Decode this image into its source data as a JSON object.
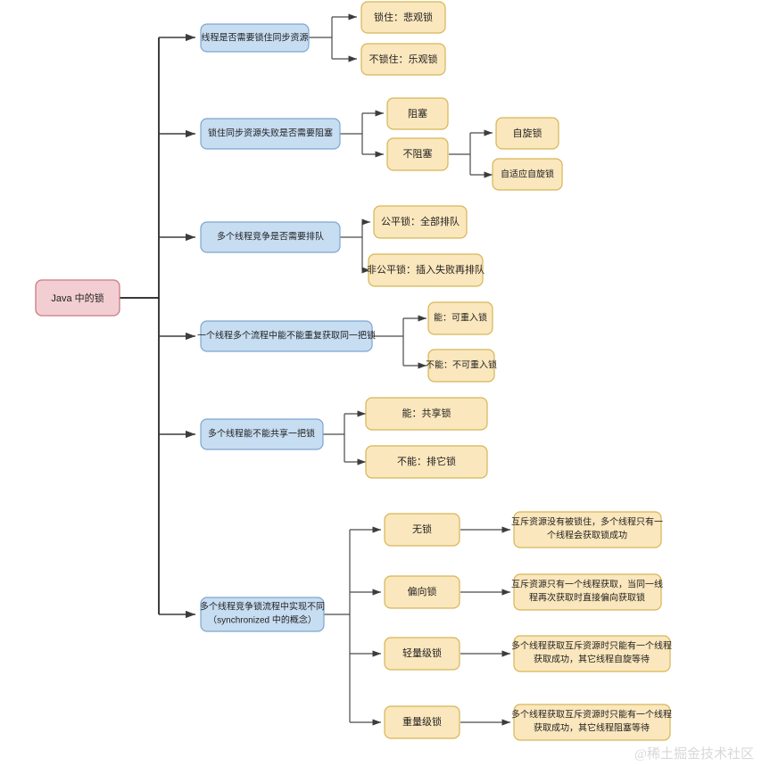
{
  "diagram": {
    "title": "Java 中的锁",
    "type": "mindmap",
    "watermark": "@稀土掘金技术社区",
    "colors": {
      "root_fill": "#f2ced2",
      "root_stroke": "#c97b84",
      "blue_fill": "#c7ddf2",
      "blue_stroke": "#7ea6cf",
      "yellow_fill": "#fbe7bd",
      "yellow_stroke": "#d6b656",
      "edge": "#3c3c3c",
      "text": "#1f1f1f"
    }
  },
  "root": {
    "label": "Java 中的锁"
  },
  "branches": [
    {
      "id": "branch-lock-needed",
      "label": "线程是否需要锁住同步资源",
      "children": [
        {
          "id": "leaf-pessimistic",
          "label": "锁住：悲观锁"
        },
        {
          "id": "leaf-optimistic",
          "label": "不锁住：乐观锁"
        }
      ]
    },
    {
      "id": "branch-block-on-fail",
      "label": "锁住同步资源失败是否需要阻塞",
      "children": [
        {
          "id": "leaf-block",
          "label": "阻塞"
        },
        {
          "id": "leaf-nonblock",
          "label": "不阻塞",
          "children": [
            {
              "id": "leaf-spinlock",
              "label": "自旋锁"
            },
            {
              "id": "leaf-adaptive-spinlock",
              "label": "自适应自旋锁"
            }
          ]
        }
      ]
    },
    {
      "id": "branch-queue",
      "label": "多个线程竞争是否需要排队",
      "children": [
        {
          "id": "leaf-fair",
          "label": "公平锁：全部排队"
        },
        {
          "id": "leaf-unfair",
          "label": "非公平锁：插入失败再排队"
        }
      ]
    },
    {
      "id": "branch-reentrant",
      "label": "一个线程多个流程中能不能重复获取同一把锁",
      "children": [
        {
          "id": "leaf-reentrant-yes",
          "label": "能：可重入锁"
        },
        {
          "id": "leaf-reentrant-no",
          "label": "不能：不可重入锁"
        }
      ]
    },
    {
      "id": "branch-shared",
      "label": "多个线程能不能共享一把锁",
      "children": [
        {
          "id": "leaf-shared",
          "label": "能：共享锁"
        },
        {
          "id": "leaf-exclusive",
          "label": "不能：排它锁"
        }
      ]
    },
    {
      "id": "branch-sync-states",
      "label_line1": "多个线程竞争锁流程中实现不同",
      "label_line2": "（synchronized 中的概念）",
      "children": [
        {
          "id": "leaf-no-lock",
          "label": "无锁",
          "desc_line1": "互斥资源没有被锁住，多个线程只有一",
          "desc_line2": "个线程会获取锁成功"
        },
        {
          "id": "leaf-biased-lock",
          "label": "偏向锁",
          "desc_line1": "互斥资源只有一个线程获取，当同一线",
          "desc_line2": "程再次获取时直接偏向获取锁"
        },
        {
          "id": "leaf-lightweight-lock",
          "label": "轻量级锁",
          "desc_line1": "多个线程获取互斥资源时只能有一个线程",
          "desc_line2": "获取成功，其它线程自旋等待"
        },
        {
          "id": "leaf-heavyweight-lock",
          "label": "重量级锁",
          "desc_line1": "多个线程获取互斥资源时只能有一个线程",
          "desc_line2": "获取成功，其它线程阻塞等待"
        }
      ]
    }
  ]
}
